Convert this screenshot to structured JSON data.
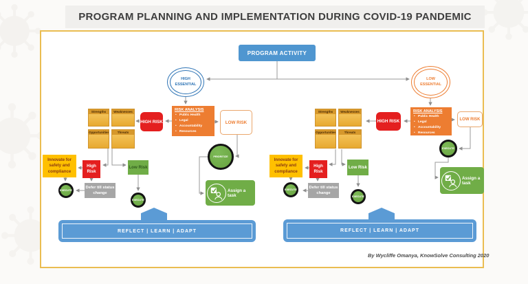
{
  "title": "PROGRAM PLANNING AND IMPLEMENTATION DURING COVID-19 PANDEMIC",
  "attribution": "By Wycliffe Omanya, KnowSolve Consulting 2020",
  "program_activity": "PROGRAM ACTIVITY",
  "colors": {
    "blue": "#5B9BD5",
    "dark_blue_text": "#2E74B5",
    "orange": "#ED7D31",
    "red": "#E41F1F",
    "green": "#70AD47",
    "gold": "#FFC000",
    "swot_gold": "#EFB63C",
    "gray": "#A6A6A6",
    "panel_border_gold": "#EABD51"
  },
  "branches": {
    "left": {
      "essential_label": "HIGH ESSENTIAL",
      "swot": {
        "strengths": "Strengths",
        "weaknesses": "Weaknesses",
        "opportunities": "Opportunities",
        "threats": "Threats"
      },
      "high_risk_label": "HIGH RISK",
      "risk_analysis": {
        "title": "RISK ANALYSIS",
        "items": [
          "Public Health",
          "Legal",
          "Accountability",
          "Resources"
        ]
      },
      "low_risk_label": "LOW RISK",
      "decision_circle_label": "PRIORITIZE",
      "assign_task_label": "Assign a task",
      "innovate_label": "Innovate for safety and compliance",
      "high_risk2_label": "High Risk",
      "low_risk2_label": "Low Risk",
      "defer_label": "Defer till status change",
      "execute_a_label": "EXECUTE",
      "execute_b_label": "EXECUTE",
      "banner_label": "REFLECT | LEARN | ADAPT"
    },
    "right": {
      "essential_label": "LOW ESSENTIAL",
      "swot": {
        "strengths": "Strengths",
        "weaknesses": "Weaknesses",
        "opportunities": "Opportunities",
        "threats": "Threats"
      },
      "high_risk_label": "HIGH RISK",
      "risk_analysis": {
        "title": "RISK ANALYSIS",
        "items": [
          "Public Health",
          "Legal",
          "Accountability",
          "Resources"
        ]
      },
      "low_risk_label": "LOW RISK",
      "decision_circle_label": "EXECUTE",
      "assign_task_label": "Assign a task",
      "innovate_label": "Innovate for safety and compliance",
      "high_risk2_label": "High Risk",
      "low_risk2_label": "Low Risk",
      "defer_label": "Defer till status change",
      "execute_a_label": "EXECUTE",
      "execute_b_label": "EXECUTE",
      "banner_label": "REFLECT | LEARN | ADAPT"
    }
  }
}
